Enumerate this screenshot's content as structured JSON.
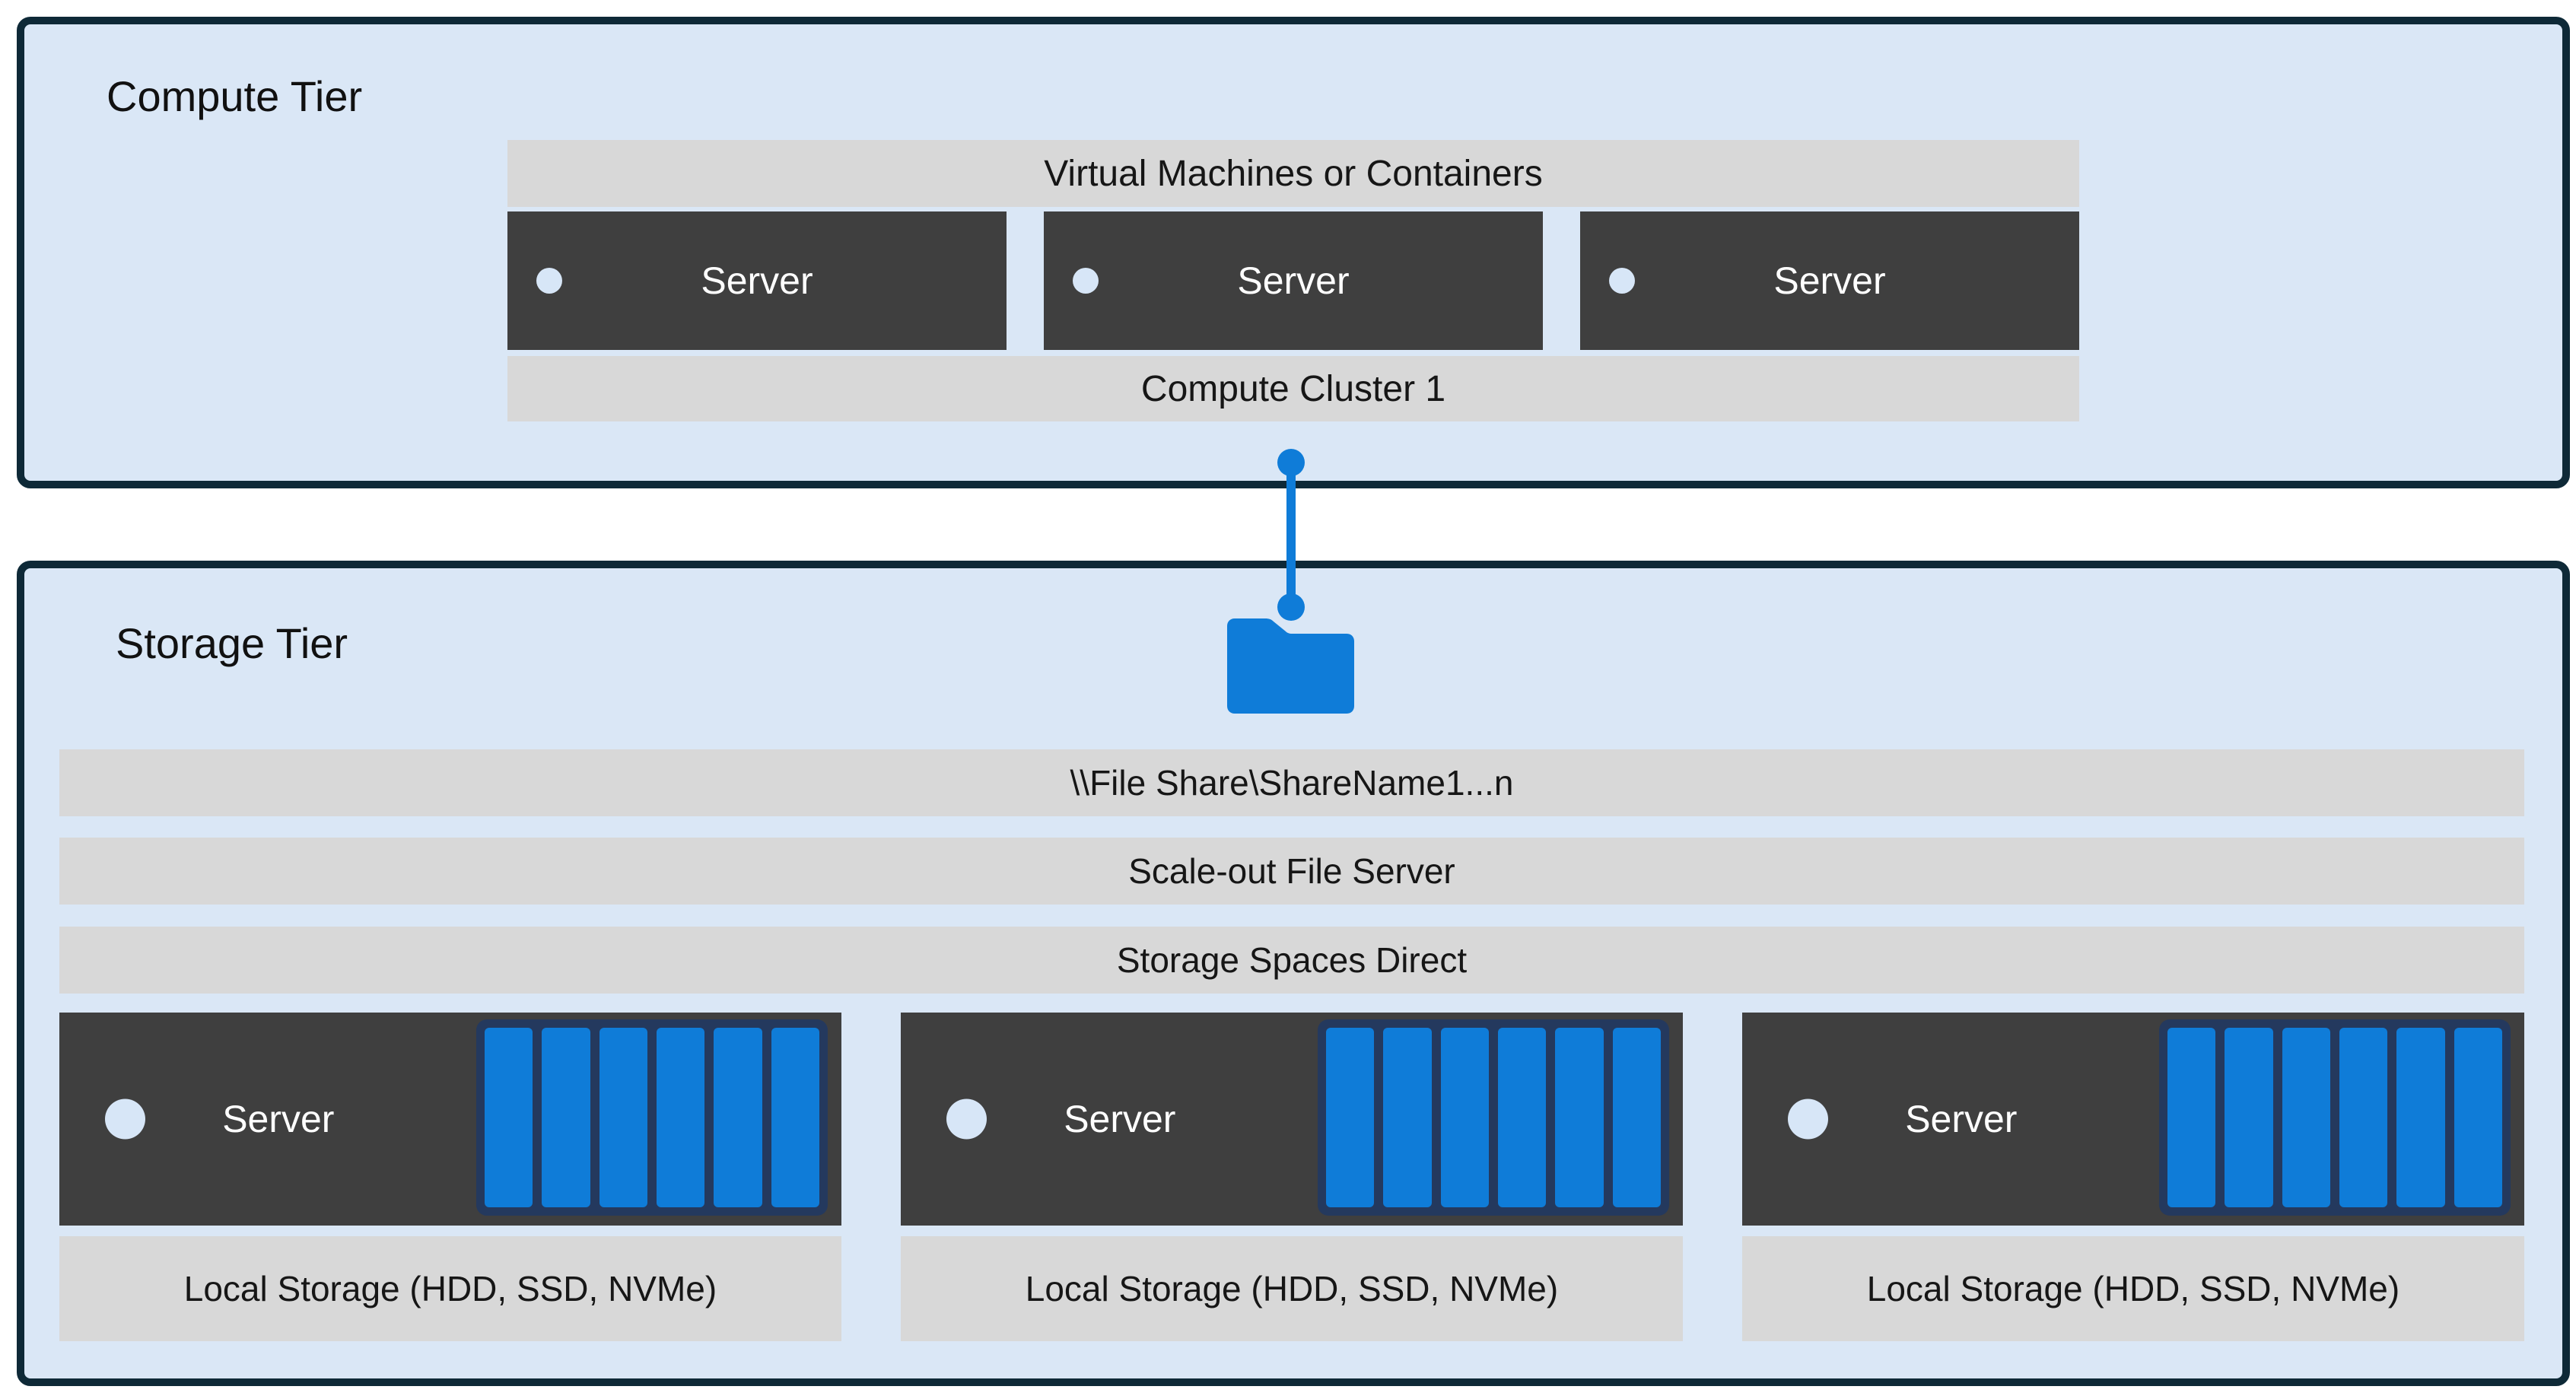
{
  "diagram": {
    "compute_tier": {
      "title": "Compute Tier",
      "vm_bar_label": "Virtual Machines or Containers",
      "servers": [
        "Server",
        "Server",
        "Server"
      ],
      "cluster_bar_label": "Compute Cluster 1"
    },
    "connector": {
      "type": "line-with-endpoint-dots",
      "connects": [
        "Compute Cluster 1",
        "File Share folder"
      ]
    },
    "storage_tier": {
      "title": "Storage Tier",
      "file_share_bar_label": "\\\\File Share\\ShareName1...n",
      "sofs_bar_label": "Scale-out File Server",
      "s2d_bar_label": "Storage Spaces Direct",
      "servers": [
        {
          "label": "Server",
          "disk_count": 6
        },
        {
          "label": "Server",
          "disk_count": 6
        },
        {
          "label": "Server",
          "disk_count": 6
        }
      ],
      "local_storage": [
        "Local Storage (HDD, SSD, NVMe)",
        "Local Storage (HDD, SSD, NVMe)",
        "Local Storage (HDD, SSD, NVMe)"
      ]
    },
    "colors": {
      "tier_background": "#dae7f6",
      "tier_border": "#0e2937",
      "bar_gray": "#d8d8d8",
      "server_dark": "#3f3f3f",
      "accent_blue": "#0f7cd8",
      "disk_border_navy": "#24395e",
      "dot_light": "#d7e6f7"
    }
  }
}
